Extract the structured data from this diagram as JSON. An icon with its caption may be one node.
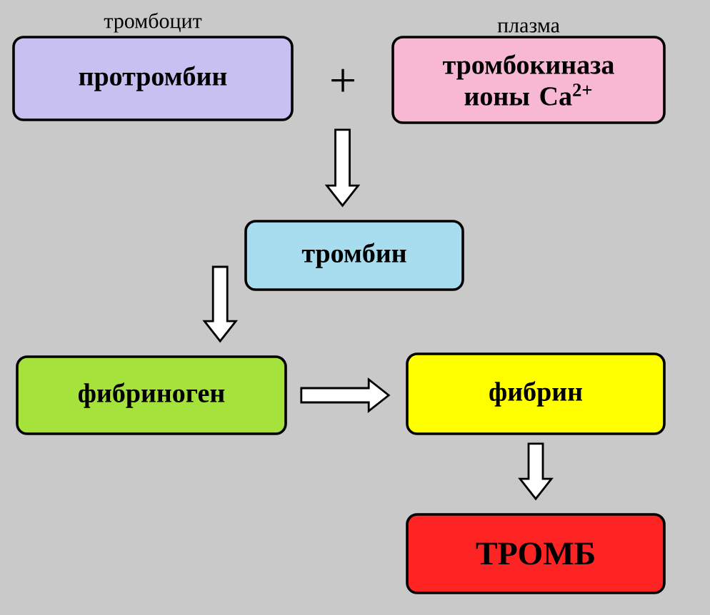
{
  "diagram": {
    "nodes": [
      {
        "text": [
          "тромбоцит",
          "протромбин"
        ]
      },
      {
        "text": [
          "плазма",
          "тромбокиназа ионы Ca$^{2+}$"
        ]
      },
      {
        "text": [
          "тромбин"
        ]
      },
      {
        "text": [
          "фибриноген"
        ]
      },
      {
        "text": [
          "фибрин"
        ]
      },
      {
        "text": [
          "ТРОМБ"
        ]
      }
    ],
    "edges": [
      {
        "from": 0,
        "to": 2,
        "arrow": "to"
      },
      {
        "from": 1,
        "to": 2,
        "arrow": "to"
      },
      {
        "from": 2,
        "to": 3,
        "arrow": "to"
      },
      {
        "from": 3,
        "to": 4,
        "arrow": "to"
      },
      {
        "from": 4,
        "to": 5,
        "arrow": "to"
      }
    ],
    "labels": [
      "+"
    ]
  }
}
